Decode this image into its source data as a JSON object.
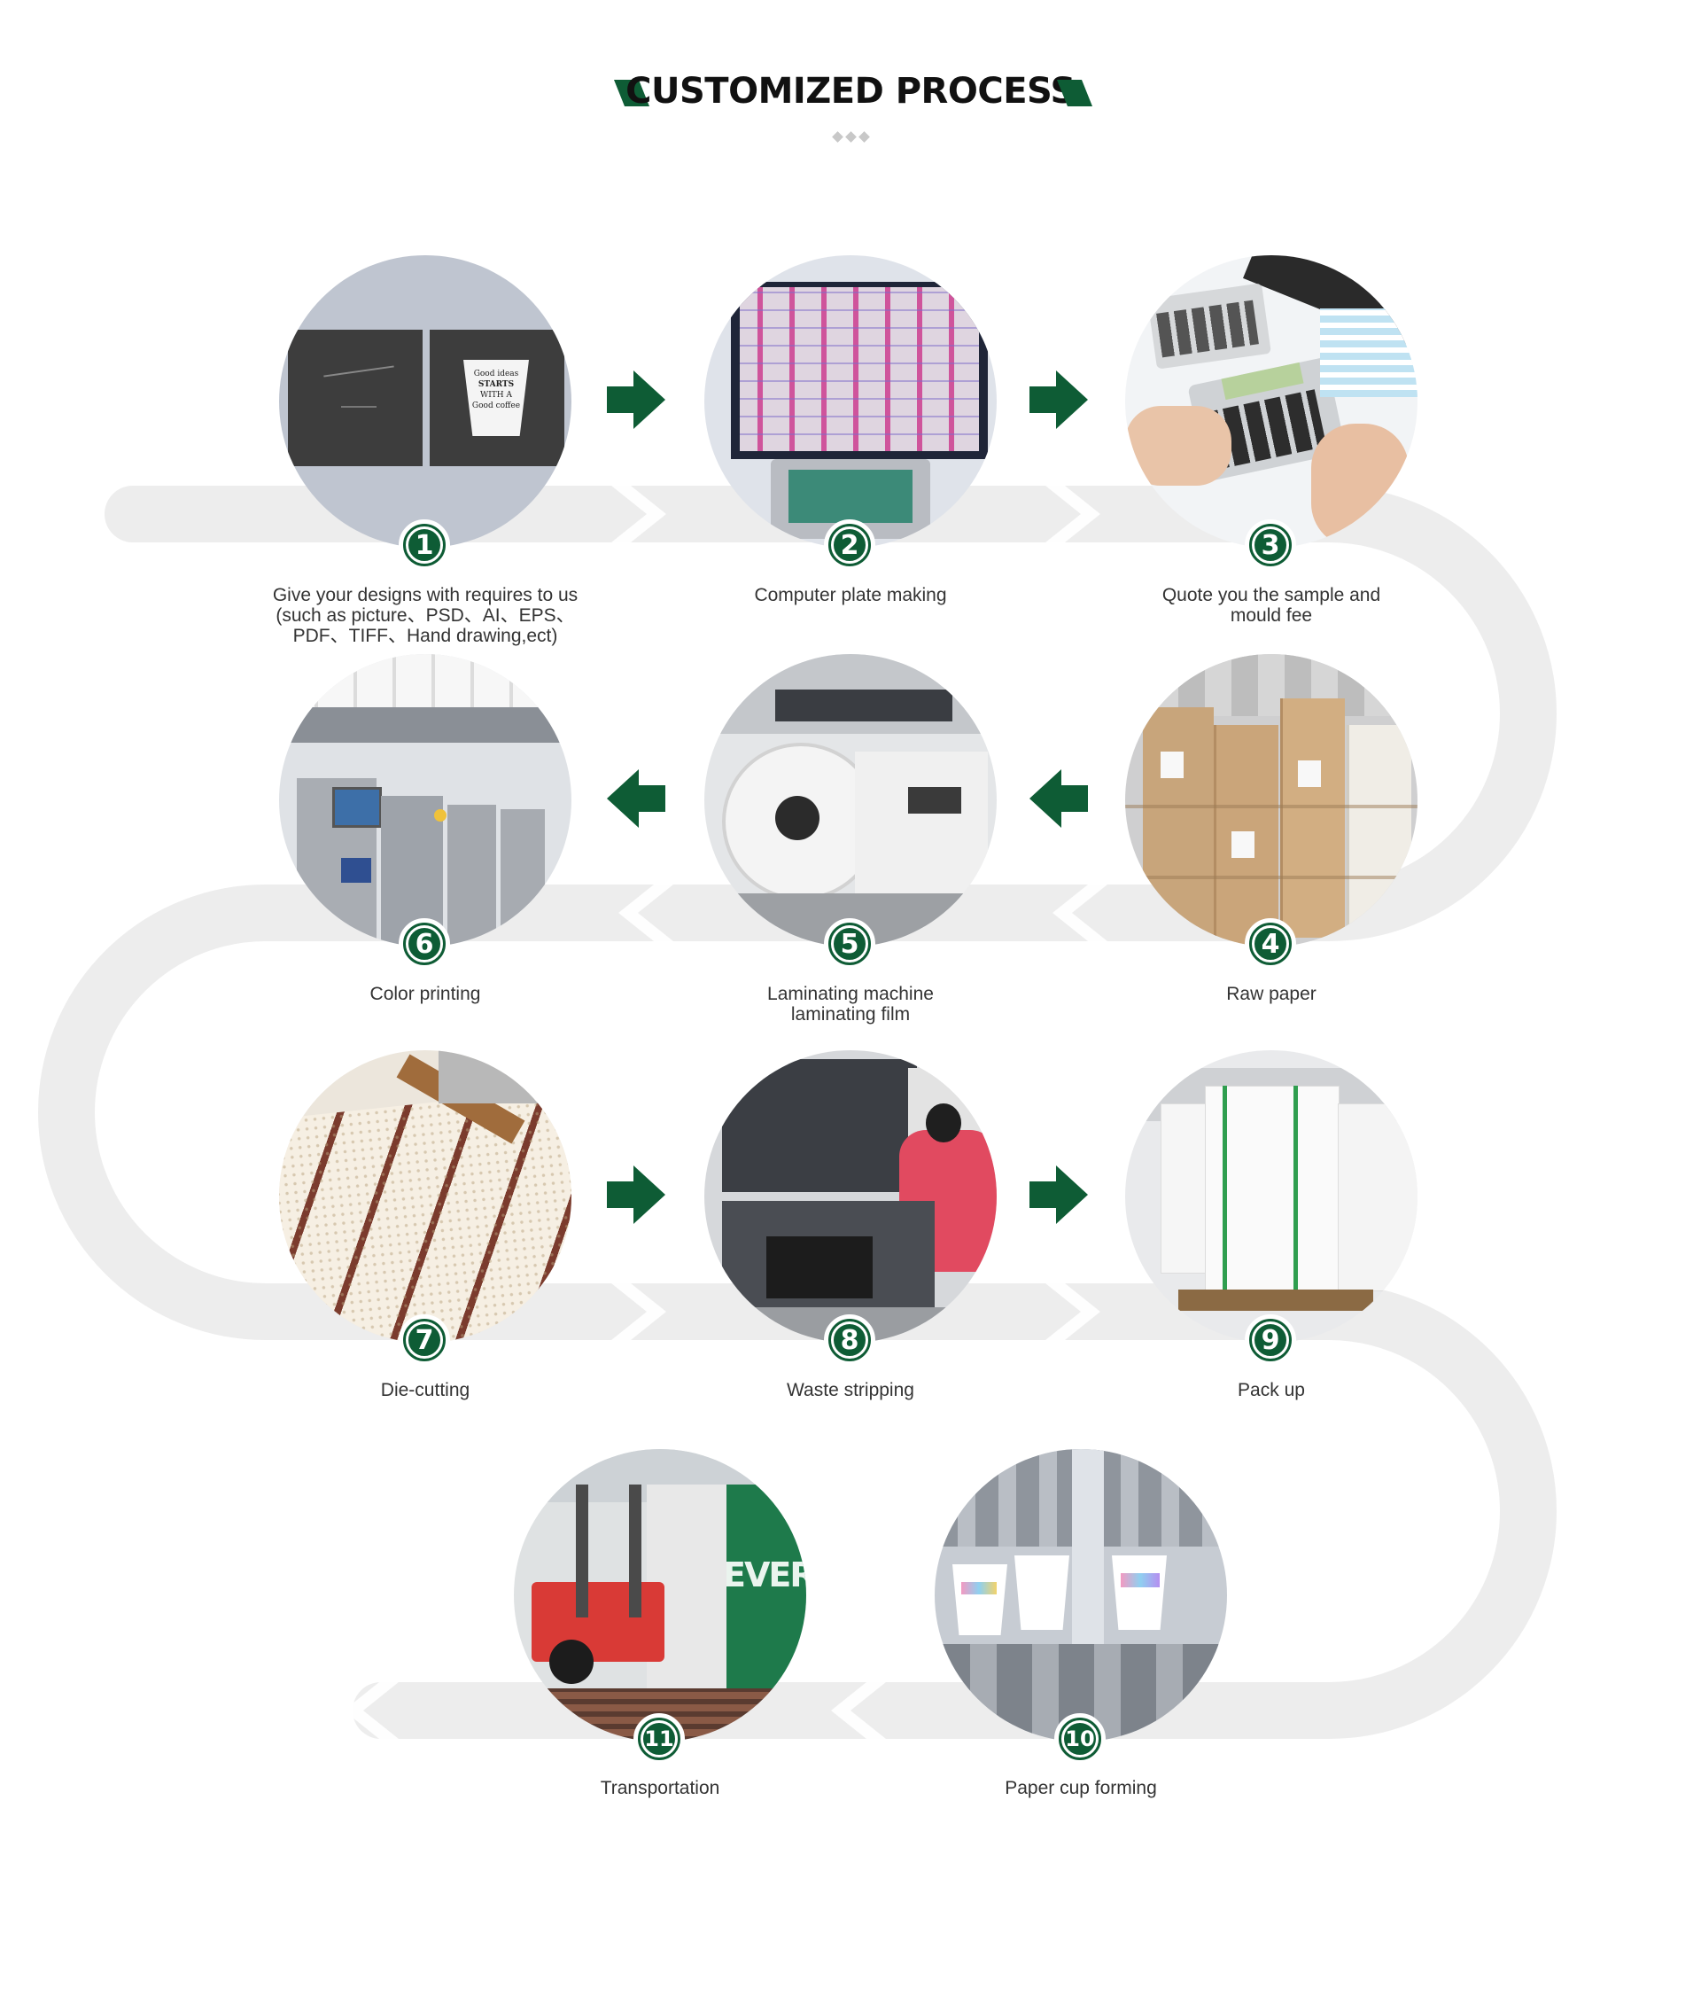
{
  "header": {
    "title": "CUSTOMIZED PROCESS"
  },
  "colors": {
    "accent": "#0e5c35",
    "ribbon": "#ededed"
  },
  "steps": [
    {
      "number": "1",
      "label": "Give your designs with requires to us (such as picture、PSD、AI、EPS、PDF、TIFF、Hand drawing,ect)",
      "icon": "design-artwork-photo"
    },
    {
      "number": "2",
      "label": "Computer plate making",
      "icon": "computer-monitor-photo"
    },
    {
      "number": "3",
      "label": "Quote you the sample and mould fee",
      "icon": "calculator-photo"
    },
    {
      "number": "4",
      "label": "Raw paper",
      "icon": "paper-roll-photo"
    },
    {
      "number": "5",
      "label": "Laminating machine laminating film",
      "icon": "laminating-machine-photo"
    },
    {
      "number": "6",
      "label": "Color printing",
      "icon": "printing-press-photo"
    },
    {
      "number": "7",
      "label": "Die-cutting",
      "icon": "die-cutting-photo"
    },
    {
      "number": "8",
      "label": "Waste stripping",
      "icon": "waste-stripping-photo"
    },
    {
      "number": "9",
      "label": "Pack up",
      "icon": "packed-pallet-photo"
    },
    {
      "number": "10",
      "label": "Paper cup forming",
      "icon": "cup-forming-machine-photo"
    },
    {
      "number": "11",
      "label": "Transportation",
      "icon": "forklift-container-photo"
    }
  ],
  "design_mockup": {
    "lines": [
      "Good ideas",
      "STARTS",
      "WITH A",
      "Good coffee"
    ]
  },
  "container_text": "EVER"
}
